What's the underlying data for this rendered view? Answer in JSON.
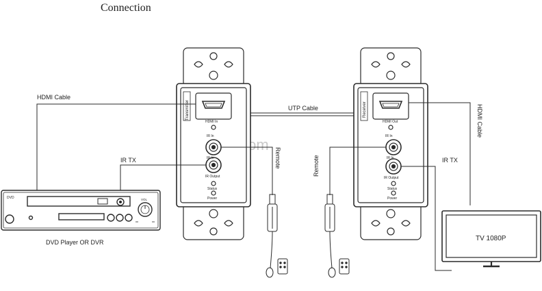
{
  "title": "Connection",
  "watermark": "lengtion.com",
  "cables": {
    "hdmi_left": "HDMI Cable",
    "hdmi_right": "HDMI Cable",
    "utp": "UTP Cable",
    "ir_tx_left": "IR TX",
    "ir_tx_right": "IR TX",
    "remote_left": "Remote",
    "remote_right": "Remote"
  },
  "transmitter": {
    "side_label": "Transmitter",
    "port_top": "HDMI In",
    "led_1": "IR In",
    "port_mid": "IR In",
    "port_bottom": "IR Output",
    "led_2": "Status",
    "led_3": "Power"
  },
  "receiver": {
    "side_label": "Receiver",
    "port_top": "HDMI Out",
    "led_1": "IR In",
    "port_mid": "IR In",
    "port_bottom": "IR Output",
    "led_2": "Status",
    "led_3": "Power"
  },
  "dvd": {
    "label": "DVD Player OR DVR",
    "badge": "DVD",
    "knob_label": "VOL"
  },
  "tv": {
    "label": "TV 1080P"
  },
  "colors": {
    "line": "#2a2a2a",
    "panel_fill": "#ffffff",
    "watermark": "#c9c9c9"
  }
}
